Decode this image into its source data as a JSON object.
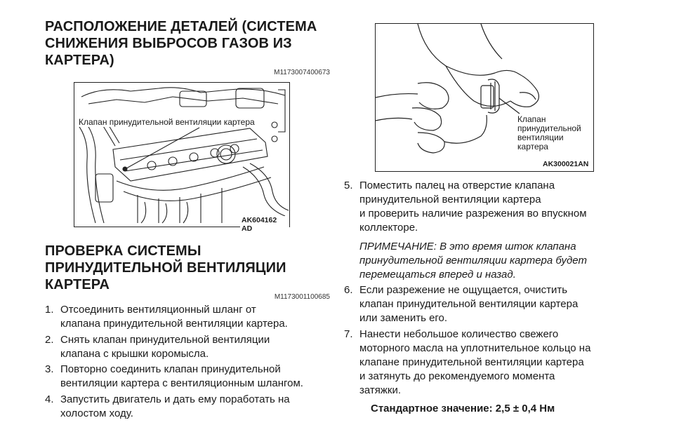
{
  "section1": {
    "title_lines": [
      "РАСПОЛОЖЕНИЕ ДЕТАЛЕЙ (СИСТЕМА",
      "СНИЖЕНИЯ ВЫБРОСОВ ГАЗОВ ИЗ",
      "КАРТЕРА)"
    ],
    "doc_code": "M1173007400673"
  },
  "figure_engine": {
    "callout": "Клапан принудительной вентиляции картера",
    "caption": "AK604162 AD"
  },
  "section2": {
    "title_lines": [
      "ПРОВЕРКА СИСТЕМЫ",
      "ПРИНУДИТЕЛЬНОЙ ВЕНТИЛЯЦИИ",
      "КАРТЕРА"
    ],
    "doc_code": "M1173001100685"
  },
  "steps_left": [
    {
      "num": "1.",
      "lines": [
        "Отсоединить вентиляционный шланг от",
        "клапана принудительной вентиляции картера."
      ]
    },
    {
      "num": "2.",
      "lines": [
        "Снять клапан принудительной вентиляции",
        "клапана с крышки коромысла."
      ]
    },
    {
      "num": "3.",
      "lines": [
        "Повторно соединить клапан принудительной",
        "вентиляции картера с вентиляционным шлангом."
      ]
    },
    {
      "num": "4.",
      "lines": [
        "Запустить двигатель и дать ему поработать на",
        "холостом ходу."
      ]
    }
  ],
  "figure_hand": {
    "label_lines": [
      "Клапан",
      "принудительной",
      "вентиляции",
      "картера"
    ],
    "caption": "AK300021AN"
  },
  "steps_right": [
    {
      "num": "5.",
      "lines": [
        "Поместить палец на отверстие клапана",
        "принудительной вентиляции картера",
        "и проверить наличие разрежения во впускном",
        "коллекторе."
      ]
    },
    {
      "num": "6.",
      "lines": [
        "Если разрежение не ощущается, очистить",
        "клапан принудительной вентиляции картера",
        "или заменить его."
      ]
    },
    {
      "num": "7.",
      "lines": [
        "Нанести небольшое количество свежего",
        "моторного масла на уплотнительное кольцо на",
        "клапане принудительной вентиляции картера",
        "и затянуть до рекомендуемого момента",
        "затяжки."
      ]
    }
  ],
  "note_lines": [
    "ПРИМЕЧАНИЕ: В это время шток клапана",
    "принудительной вентиляции картера будет",
    "перемещаться вперед и назад."
  ],
  "standard_value": "Стандартное значение: 2,5 ± 0,4 Нм"
}
